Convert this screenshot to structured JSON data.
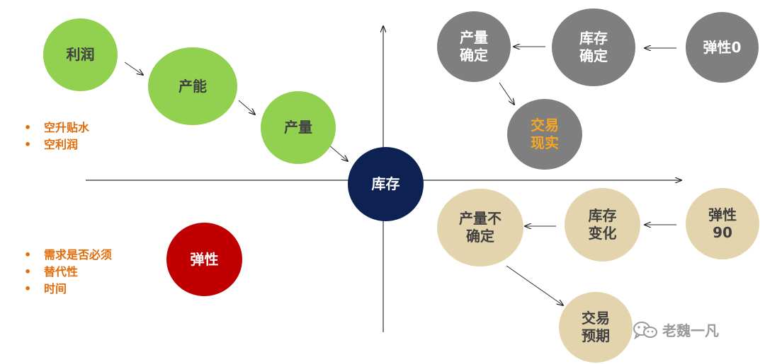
{
  "quadrant_top_left": {
    "nodes": [
      "利润",
      "产能",
      "产量"
    ],
    "bullets": [
      "空升贴水",
      "空利润"
    ]
  },
  "center": {
    "label": "库存"
  },
  "quadrant_top_right": {
    "production": [
      "产量",
      "确定"
    ],
    "inventory": [
      "库存",
      "确定"
    ],
    "elasticity": [
      "弹性0"
    ],
    "trade": [
      "交易",
      "现实"
    ],
    "trade_text_color": "#f5a623"
  },
  "quadrant_bottom_right": {
    "production": [
      "产量不",
      "确定"
    ],
    "inventory": [
      "库存",
      "变化"
    ],
    "elasticity": [
      "弹性",
      "90"
    ],
    "trade": [
      "交易",
      "预期"
    ]
  },
  "quadrant_bottom_left": {
    "node": "弹性",
    "bullets": [
      "需求是否必须",
      "替代性",
      "时间"
    ]
  },
  "watermark": {
    "text": "老魏一凡",
    "icon": "wechat-icon"
  },
  "colors": {
    "green": "#92d050",
    "gray": "#7f7f7f",
    "beige": "#e3d4ad",
    "red": "#c00000",
    "navy": "#0d2152",
    "orange": "#e36c0a"
  }
}
